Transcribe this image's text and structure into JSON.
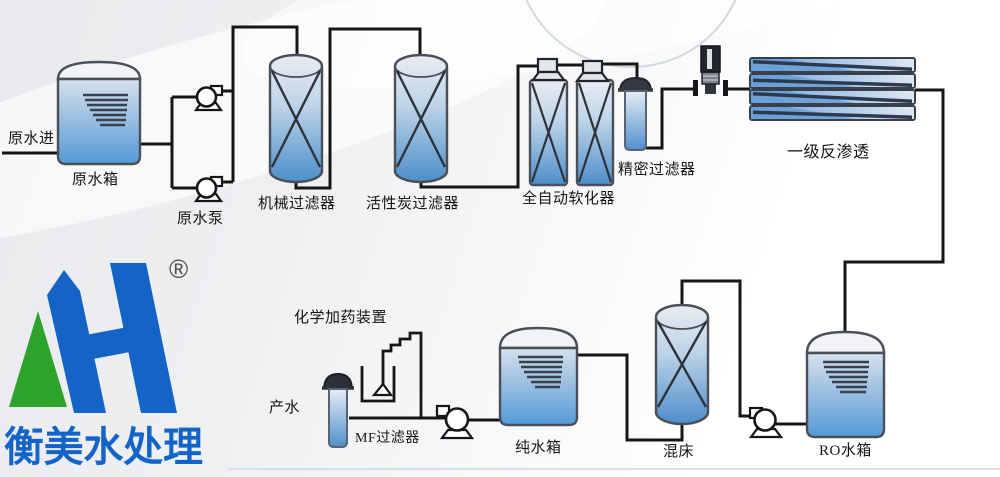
{
  "diagram": {
    "type": "water-treatment-process-flow",
    "labels": {
      "raw_water_in": "原水进",
      "raw_water_tank": "原水箱",
      "raw_water_pump": "原水泵",
      "mechanical_filter": "机械过滤器",
      "activated_carbon_filter": "活性炭过滤器",
      "automatic_softener": "全自动软化器",
      "precision_filter": "精密过滤器",
      "first_stage_ro": "一级反渗透",
      "chemical_dosing_device": "化学加药装置",
      "product_water": "产水",
      "mf_filter": "MF过滤器",
      "pure_water_tank": "纯水箱",
      "mixed_bed": "混床",
      "ro_water_tank": "RO水箱"
    }
  },
  "logo": {
    "company": "衡美水处理",
    "registered_mark": "®",
    "blue": "#1464c8",
    "green": "#2ea32b"
  },
  "colors": {
    "pipe": "#161616",
    "vessel_blue": "#4e8ecb",
    "vessel_light": "#e8eef5",
    "label_text": "#151515"
  }
}
